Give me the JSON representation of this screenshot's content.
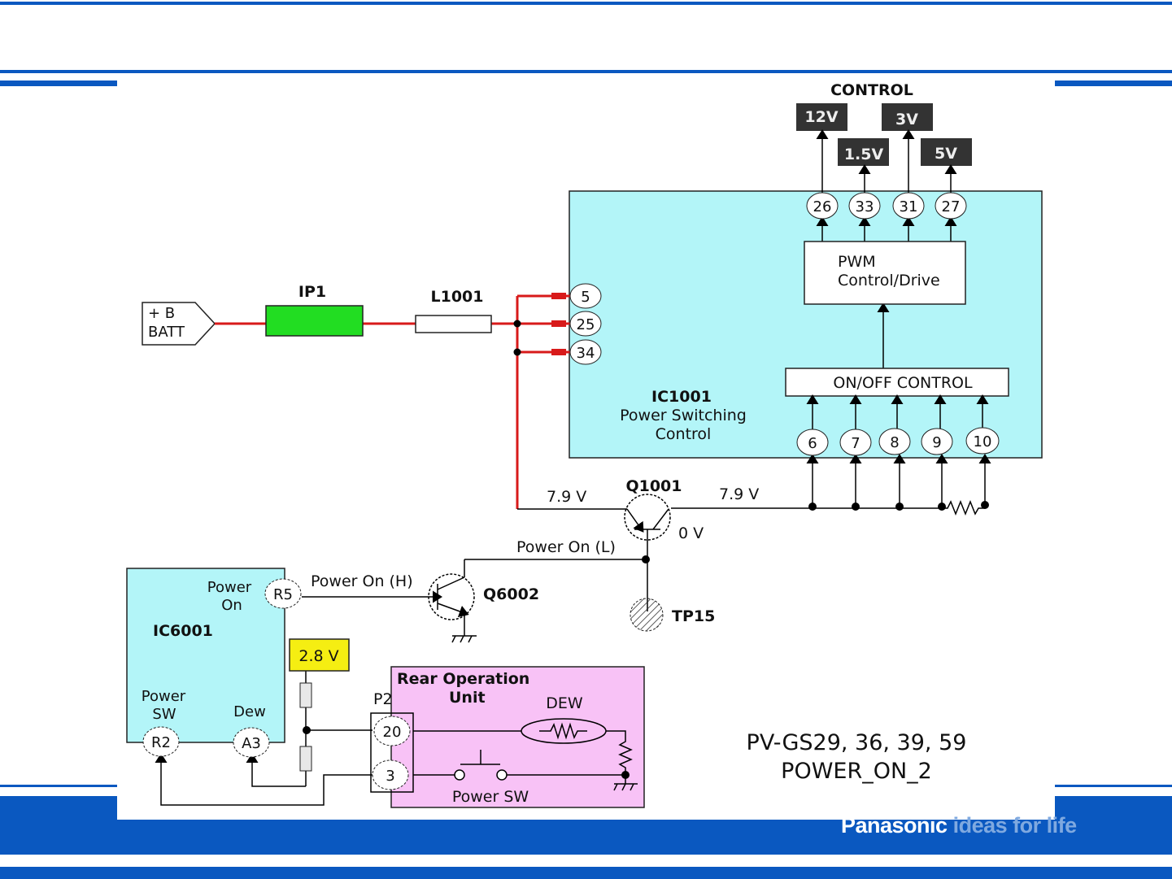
{
  "slide": {
    "colors": {
      "brand_blue": "#0a58c0",
      "ic_fill": "#b3f5f8",
      "rear_unit_fill": "#f8c2f6",
      "fuse_fill": "#22dd22",
      "voltage_2v8_fill": "#f5ee12",
      "rail_red": "#d81a1a",
      "control_box_fill": "#333333"
    },
    "footer": {
      "brand": "Panasonic",
      "tagline": "ideas for life"
    }
  },
  "diagram": {
    "title_line1": "PV-GS29, 36, 39, 59",
    "title_line2": "POWER_ON_2",
    "control_header": "CONTROL",
    "control_outputs": [
      {
        "label": "12V",
        "pin": "26"
      },
      {
        "label": "1.5V",
        "pin": "33"
      },
      {
        "label": "3V",
        "pin": "31"
      },
      {
        "label": "5V",
        "pin": "27"
      }
    ],
    "battery": {
      "line1": "+ B",
      "line2": "BATT"
    },
    "fuse": {
      "label": "IP1"
    },
    "inductor": {
      "label": "L1001"
    },
    "ic1001": {
      "name": "IC1001",
      "desc1": "Power Switching",
      "desc2": "Control",
      "input_pins": [
        "5",
        "25",
        "34"
      ],
      "control_pins": [
        "6",
        "7",
        "8",
        "9",
        "10"
      ]
    },
    "pwm_block": {
      "line1": "PWM",
      "line2": "Control/Drive"
    },
    "onoff_block": {
      "label": "ON/OFF CONTROL"
    },
    "q1001": {
      "name": "Q1001",
      "v_left": "7.9 V",
      "v_right": "7.9 V",
      "v_base": "0 V"
    },
    "power_on_l": "Power On (L)",
    "power_on_h": "Power On (H)",
    "q6002": {
      "name": "Q6002"
    },
    "tp15": {
      "name": "TP15"
    },
    "ic6001": {
      "name": "IC6001",
      "pin_r5": "R5",
      "pin_r5_label1": "Power",
      "pin_r5_label2": "On",
      "pin_r2": "R2",
      "pin_r2_label1": "Power",
      "pin_r2_label2": "SW",
      "pin_a3": "A3",
      "pin_a3_label": "Dew"
    },
    "supply_2v8": "2.8 V",
    "connector": {
      "name": "P2",
      "pins": [
        "20",
        "3"
      ]
    },
    "rear_unit": {
      "title1": "Rear Operation",
      "title2": "Unit",
      "dew_label": "DEW",
      "switch_label": "Power SW"
    }
  }
}
